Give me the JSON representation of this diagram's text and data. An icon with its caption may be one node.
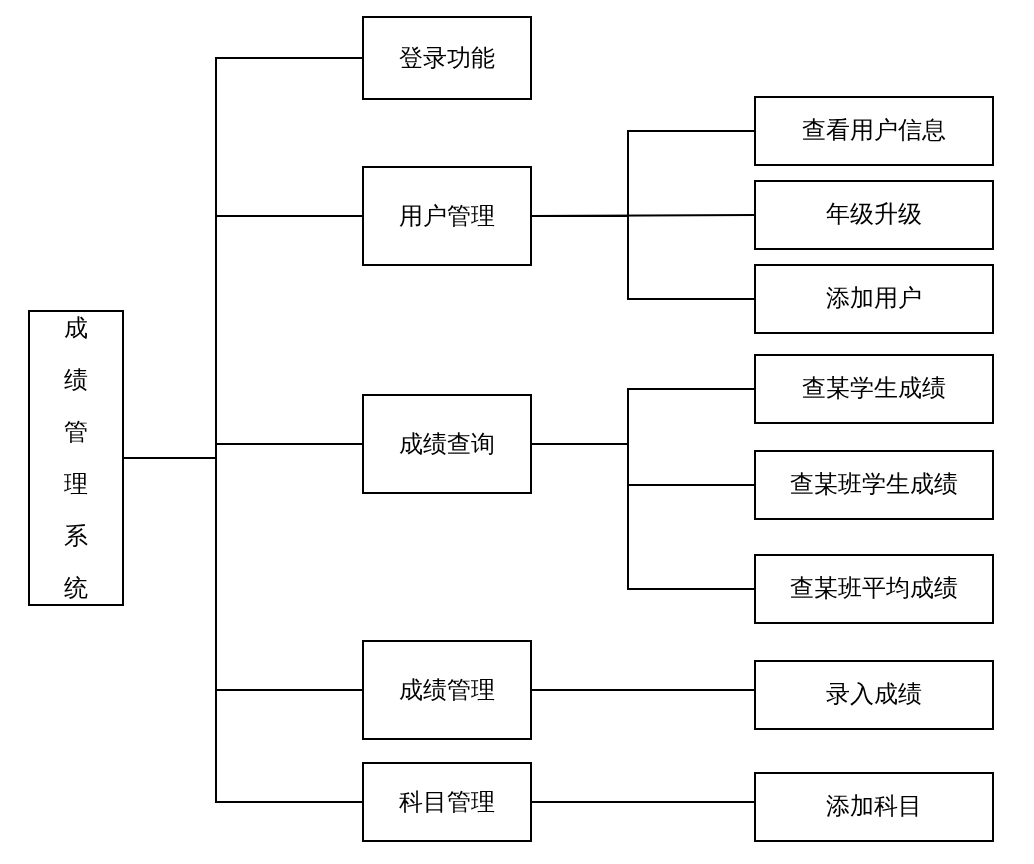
{
  "diagram": {
    "nodes": [
      {
        "text": [
          "成绩管理系统"
        ]
      },
      {
        "text": [
          "登录功能"
        ]
      },
      {
        "text": [
          "用户管理"
        ]
      },
      {
        "text": [
          "成绩查询"
        ]
      },
      {
        "text": [
          "成绩管理"
        ]
      },
      {
        "text": [
          "科目管理"
        ]
      },
      {
        "text": [
          "查看用户信息"
        ]
      },
      {
        "text": [
          "年级升级"
        ]
      },
      {
        "text": [
          "添加用户"
        ]
      },
      {
        "text": [
          "查某学生成绩"
        ]
      },
      {
        "text": [
          "查某班学生成绩"
        ]
      },
      {
        "text": [
          "查某班平均成绩"
        ]
      },
      {
        "text": [
          "录入成绩"
        ]
      },
      {
        "text": [
          "添加科目"
        ]
      }
    ],
    "edges": [
      {
        "from": 0,
        "to": 1,
        "arrow": "none"
      },
      {
        "from": 0,
        "to": 2,
        "arrow": "none"
      },
      {
        "from": 0,
        "to": 3,
        "arrow": "none"
      },
      {
        "from": 0,
        "to": 4,
        "arrow": "none"
      },
      {
        "from": 0,
        "to": 5,
        "arrow": "none"
      },
      {
        "from": 2,
        "to": 6,
        "arrow": "none"
      },
      {
        "from": 2,
        "to": 7,
        "arrow": "none"
      },
      {
        "from": 2,
        "to": 8,
        "arrow": "none"
      },
      {
        "from": 3,
        "to": 9,
        "arrow": "none"
      },
      {
        "from": 3,
        "to": 10,
        "arrow": "none"
      },
      {
        "from": 3,
        "to": 11,
        "arrow": "none"
      },
      {
        "from": 4,
        "to": 12,
        "arrow": "none"
      },
      {
        "from": 5,
        "to": 13,
        "arrow": "none"
      }
    ]
  }
}
